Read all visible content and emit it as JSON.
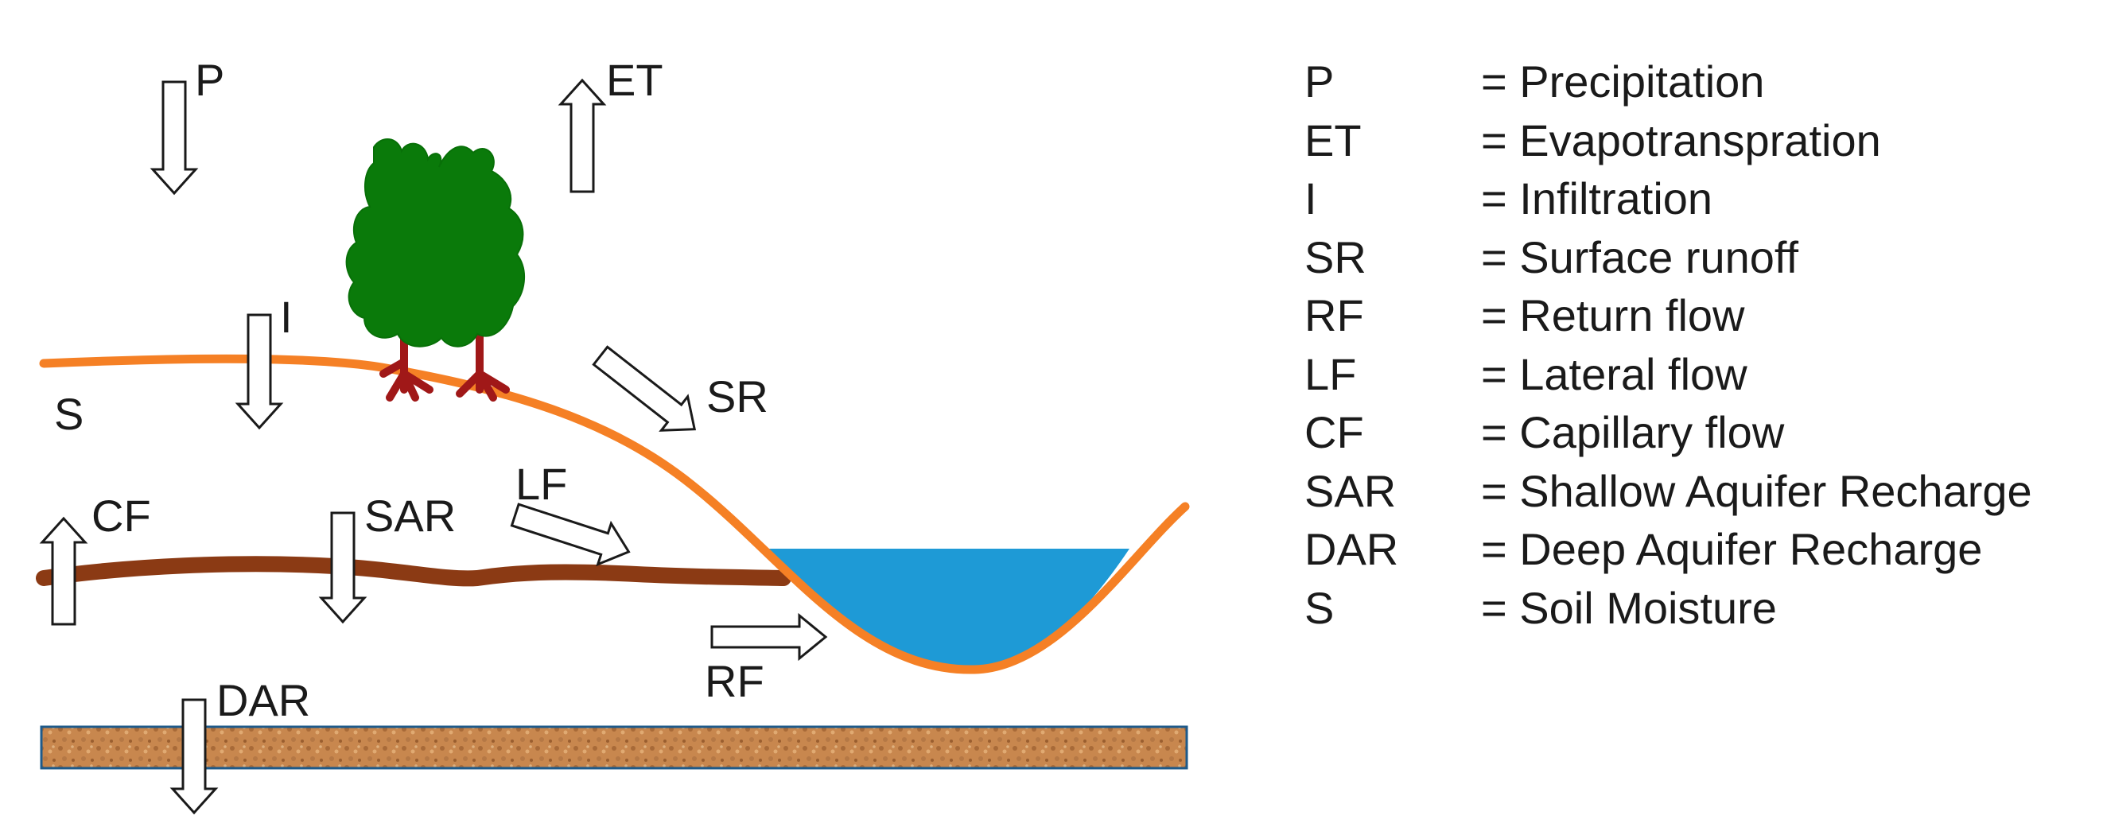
{
  "diagram": {
    "labels": {
      "p": "P",
      "et": "ET",
      "i": "I",
      "s": "S",
      "sr": "SR",
      "lf": "LF",
      "cf": "CF",
      "sar": "SAR",
      "rf": "RF",
      "dar": "DAR"
    },
    "colors": {
      "ground_surface": "#f58025",
      "shallow_layer": "#8b3a14",
      "water": "#1e9ad6",
      "tree_foliage": "#0a7a0a",
      "tree_trunk": "#a01818",
      "bedrock": "#c8874e",
      "bedrock_border": "#1e5a8a"
    }
  },
  "legend": [
    {
      "abbr": "P",
      "desc": "= Precipitation"
    },
    {
      "abbr": "ET",
      "desc": "= Evapotranspration"
    },
    {
      "abbr": "I",
      "desc": "= Infiltration"
    },
    {
      "abbr": "SR",
      "desc": "= Surface runoff"
    },
    {
      "abbr": "RF",
      "desc": "= Return  flow"
    },
    {
      "abbr": "LF",
      "desc": "= Lateral flow"
    },
    {
      "abbr": "CF",
      "desc": "= Capillary flow"
    },
    {
      "abbr": "SAR",
      "desc": "= Shallow Aquifer Recharge"
    },
    {
      "abbr": "DAR",
      "desc": "= Deep Aquifer Recharge"
    },
    {
      "abbr": "S",
      "desc": "= Soil Moisture"
    }
  ]
}
